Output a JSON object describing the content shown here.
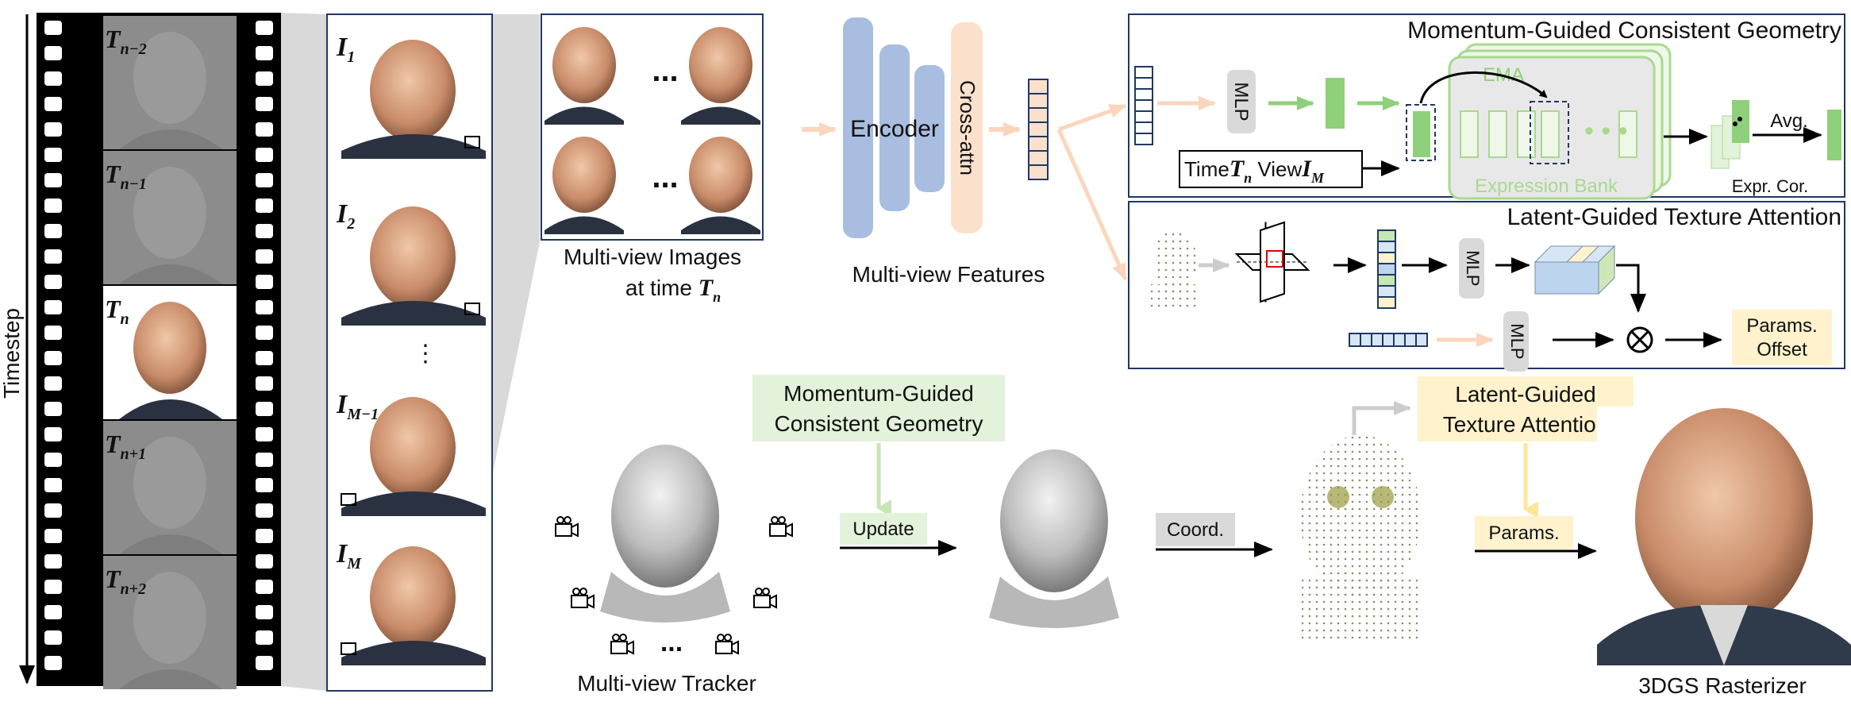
{
  "timeline": {
    "axis_label": "Timestep",
    "frames": [
      {
        "symbol": "T",
        "sub": "n−2"
      },
      {
        "symbol": "T",
        "sub": "n−1"
      },
      {
        "symbol": "T",
        "sub": "n"
      },
      {
        "symbol": "T",
        "sub": "n+1"
      },
      {
        "symbol": "T",
        "sub": "n+2"
      }
    ]
  },
  "views": [
    {
      "symbol": "I",
      "sub": "1"
    },
    {
      "symbol": "I",
      "sub": "2"
    },
    {
      "symbol": "I",
      "sub": "M−1"
    },
    {
      "symbol": "I",
      "sub": "M"
    }
  ],
  "view_ellipsis": "⋮",
  "multiview": {
    "caption_line1": "Multi-view Images",
    "caption_line2": "at time",
    "time_symbol": "T",
    "time_sub": "n",
    "dots": "..."
  },
  "encoder": {
    "label": "Encoder",
    "cross_attn": "Cross-attn",
    "features_caption": "Multi-view Features"
  },
  "geometry_module": {
    "title": "Momentum-Guided Consistent Geometry",
    "mlp": "MLP",
    "ema": "EMA",
    "bank": "Expression Bank",
    "time_label": "Time",
    "time_symbol": "T",
    "time_sub": "n",
    "view_label": "View",
    "view_symbol": "I",
    "view_sub": "M",
    "avg": "Avg.",
    "expr_cor": "Expr. Cor."
  },
  "texture_module": {
    "title": "Latent-Guided Texture Attention",
    "mlp1": "MLP",
    "mlp2": "MLP",
    "params_offset_line1": "Params.",
    "params_offset_line2": "Offset"
  },
  "bottom": {
    "tracker_caption": "Multi-view Tracker",
    "tracker_dots": "...",
    "geometry_box_line1": "Momentum-Guided",
    "geometry_box_line2": "Consistent Geometry",
    "update": "Update",
    "coord": "Coord.",
    "texture_box_line1": "Latent-Guided",
    "texture_box_line2": "Texture Attention",
    "params": "Params.",
    "rasterizer_caption": "3DGS Rasterizer"
  },
  "colors": {
    "blue_encoder": "#a8bde0",
    "peach": "#fbe0cc",
    "green": "#8fd07a",
    "light_green": "#e3f2da",
    "yellow": "#fff2cc",
    "gray": "#d9d9d9",
    "navy": "#1f3864"
  }
}
